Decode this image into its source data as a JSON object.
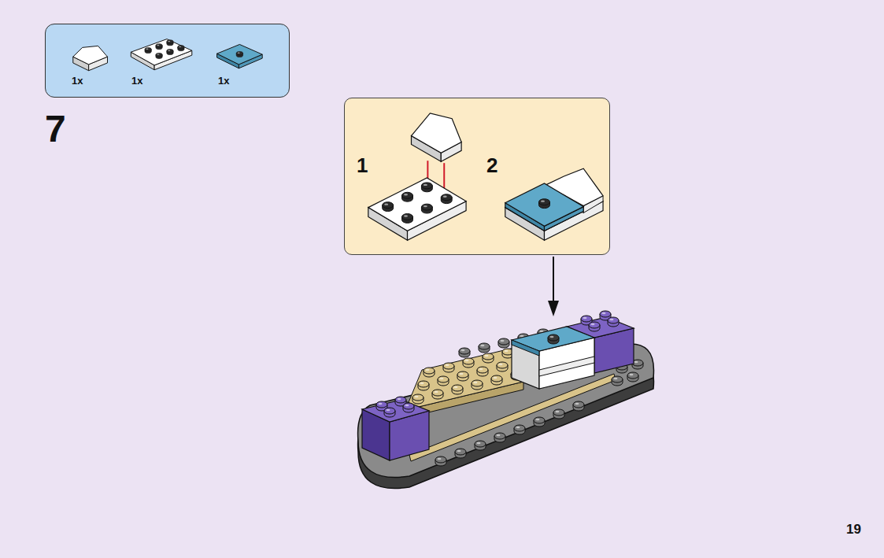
{
  "diagram": {
    "nodes": [
      {
        "text": [
          "1x",
          "1x",
          "1x"
        ]
      },
      {
        "text": [
          "1",
          "2"
        ]
      }
    ],
    "labels": [
      "7",
      "19"
    ]
  }
}
